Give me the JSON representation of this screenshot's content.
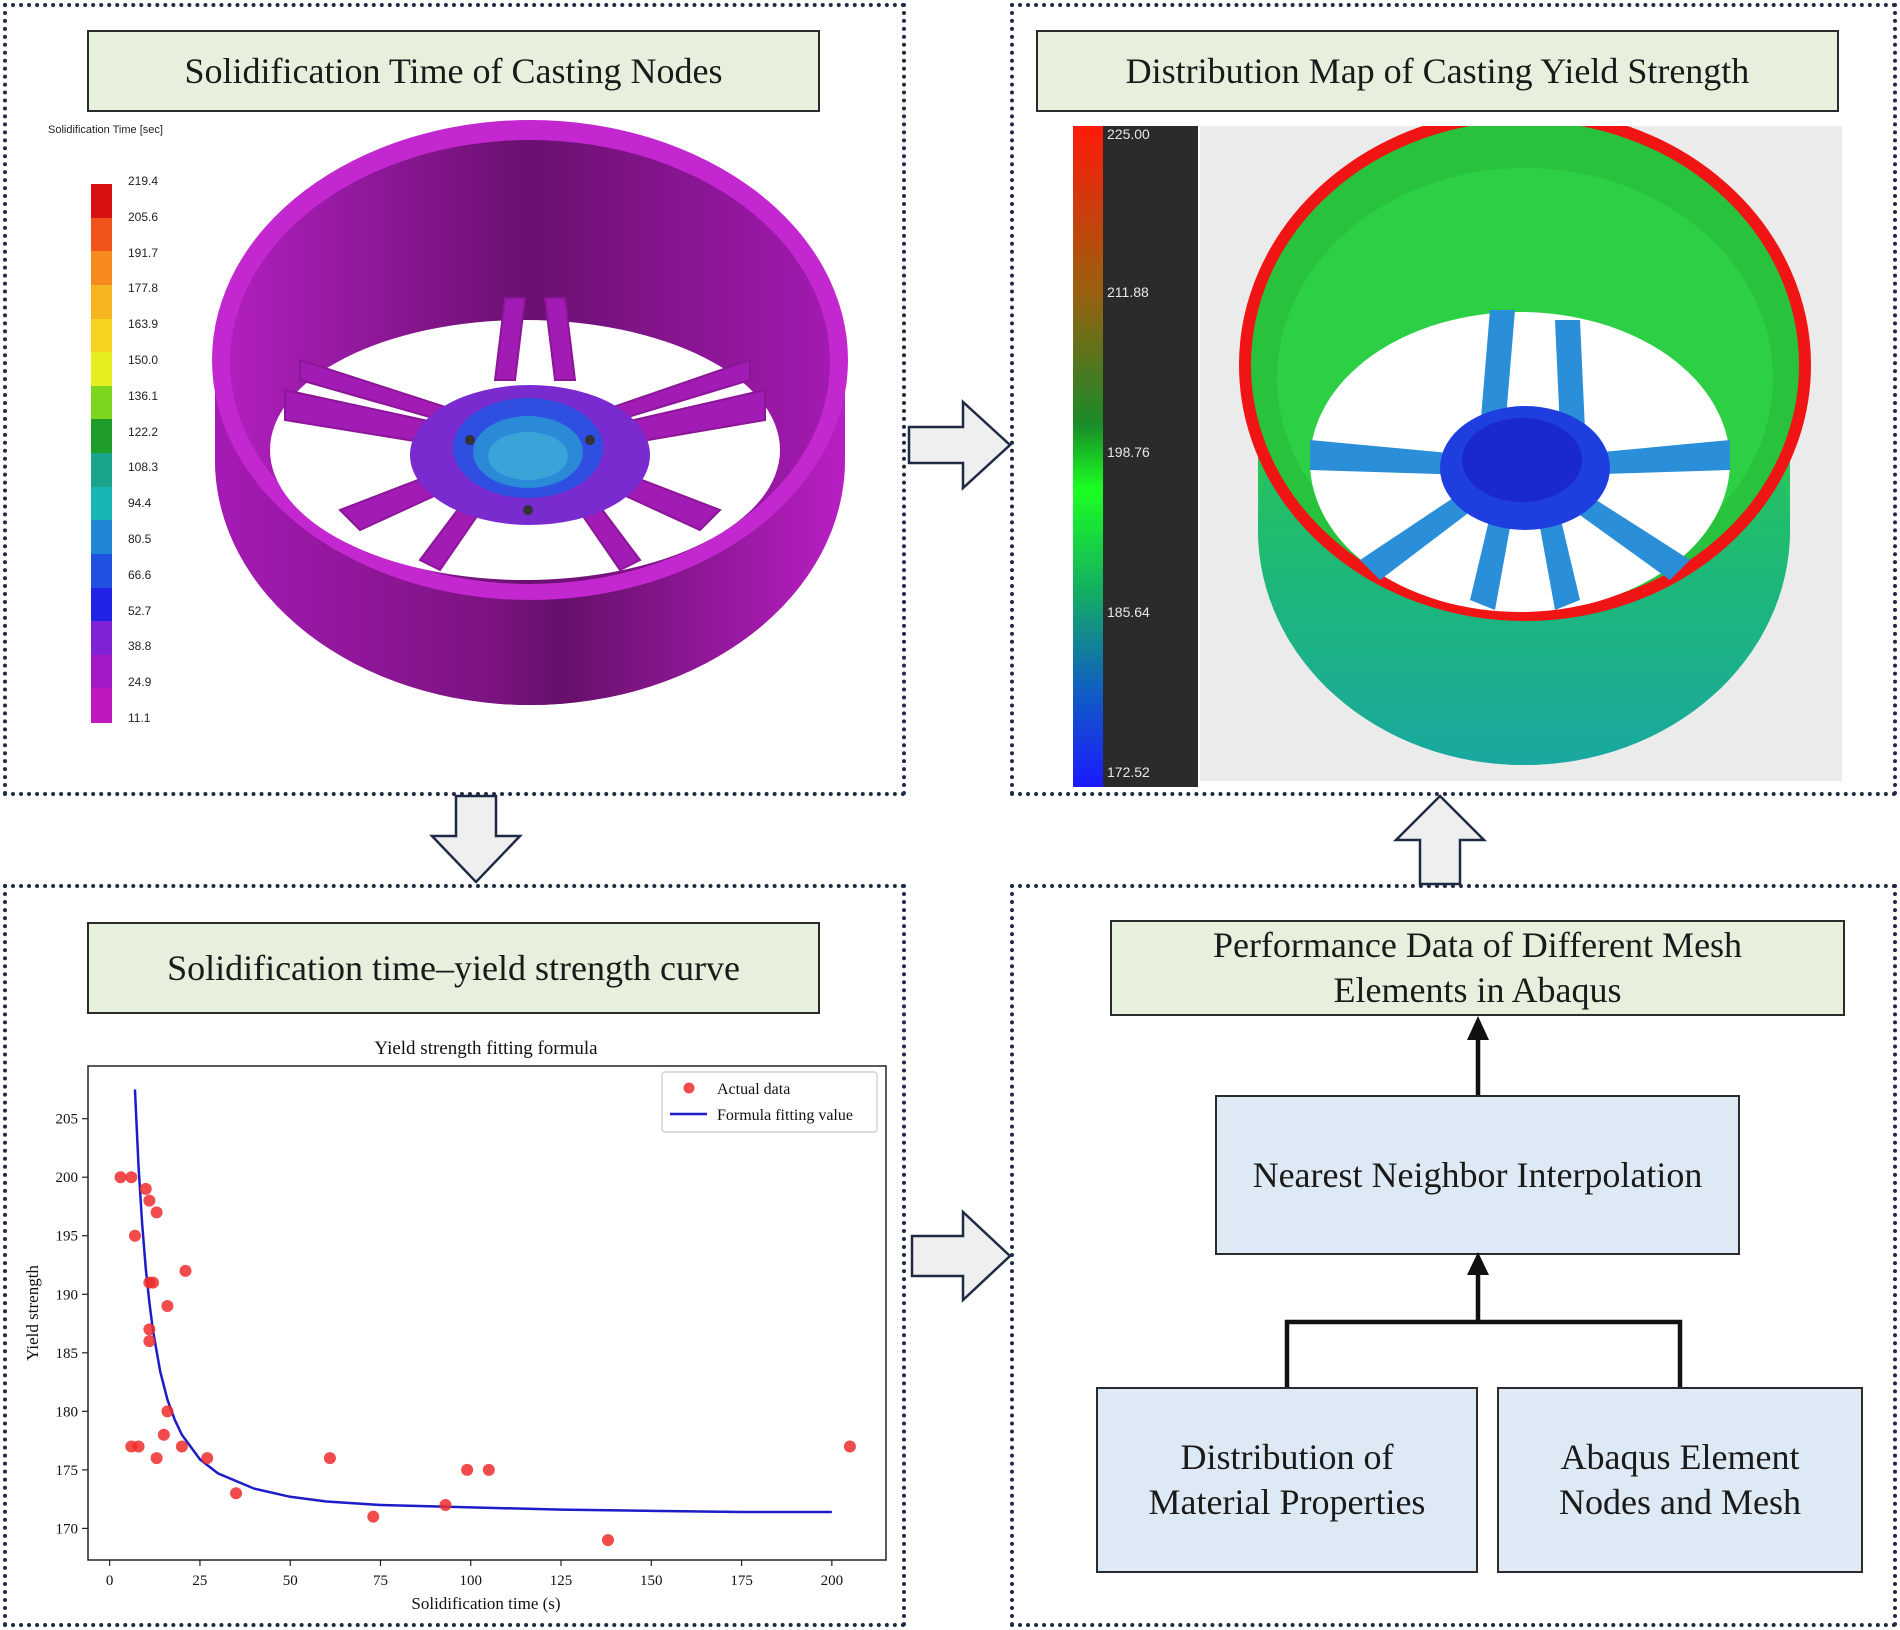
{
  "panels": {
    "solidification": {
      "title": "Solidification Time of Casting Nodes",
      "legend_title": "Solidification Time [sec]",
      "legend_values": [
        "219.4",
        "205.6",
        "191.7",
        "177.8",
        "163.9",
        "150.0",
        "136.1",
        "122.2",
        "108.3",
        "94.4",
        "80.5",
        "66.6",
        "52.7",
        "38.8",
        "24.9",
        "11.1"
      ],
      "legend_colors": [
        "#d81010",
        "#f0541a",
        "#f68a1c",
        "#f6b420",
        "#f4d41e",
        "#e6ee22",
        "#7dd51e",
        "#1f9d2a",
        "#1aa58a",
        "#18b5b5",
        "#2286d6",
        "#1f52e0",
        "#2222e6",
        "#7f22d6",
        "#a418c6",
        "#c018c0"
      ]
    },
    "yield_map": {
      "title": "Distribution Map of Casting Yield Strength",
      "scale_values": [
        "225.00",
        "211.88",
        "198.76",
        "185.64",
        "172.52"
      ]
    },
    "curve": {
      "title": "Solidification time–yield strength curve"
    },
    "mesh": {
      "title": "Performance Data of Different Mesh Elements in Abaqus",
      "interp_label": "Nearest Neighbor Interpolation",
      "material_label": "Distribution of\nMaterial Properties",
      "nodes_label": "Abaqus Element\nNodes and Mesh"
    }
  },
  "chart_data": {
    "type": "scatter",
    "title": "Yield strength fitting formula",
    "xlabel": "Solidification time (s)",
    "ylabel": "Yield strength",
    "xlim": [
      -6,
      215
    ],
    "ylim": [
      167.3,
      209.5
    ],
    "xticks": [
      0,
      25,
      50,
      75,
      100,
      125,
      150,
      175,
      200
    ],
    "yticks": [
      170,
      175,
      180,
      185,
      190,
      195,
      200,
      205
    ],
    "legend_position": "top-right",
    "series": [
      {
        "name": "Actual data",
        "kind": "scatter",
        "color": "#ee2b2b",
        "points": [
          [
            3,
            200
          ],
          [
            6,
            200
          ],
          [
            7,
            195
          ],
          [
            10,
            199
          ],
          [
            11,
            198
          ],
          [
            13,
            197
          ],
          [
            11,
            191
          ],
          [
            12,
            191
          ],
          [
            11,
            187
          ],
          [
            11,
            186
          ],
          [
            16,
            189
          ],
          [
            21,
            192
          ],
          [
            6,
            177
          ],
          [
            8,
            177
          ],
          [
            13,
            176
          ],
          [
            15,
            178
          ],
          [
            16,
            180
          ],
          [
            20,
            177
          ],
          [
            27,
            176
          ],
          [
            35,
            173
          ],
          [
            61,
            176
          ],
          [
            73,
            171
          ],
          [
            93,
            172
          ],
          [
            99,
            175
          ],
          [
            105,
            175
          ],
          [
            138,
            169
          ],
          [
            205,
            177
          ]
        ]
      },
      {
        "name": "Formula fitting value",
        "kind": "line",
        "color": "#1c1cc8",
        "points": [
          [
            7,
            207.5
          ],
          [
            8,
            200.9
          ],
          [
            9,
            196.0
          ],
          [
            10,
            192.2
          ],
          [
            11,
            189.3
          ],
          [
            12,
            186.9
          ],
          [
            14,
            183.4
          ],
          [
            16,
            181.0
          ],
          [
            18,
            179.3
          ],
          [
            20,
            178.0
          ],
          [
            25,
            175.9
          ],
          [
            30,
            174.7
          ],
          [
            40,
            173.4
          ],
          [
            50,
            172.7
          ],
          [
            60,
            172.3
          ],
          [
            75,
            172.0
          ],
          [
            100,
            171.8
          ],
          [
            125,
            171.6
          ],
          [
            150,
            171.5
          ],
          [
            175,
            171.4
          ],
          [
            200,
            171.4
          ]
        ]
      }
    ]
  }
}
